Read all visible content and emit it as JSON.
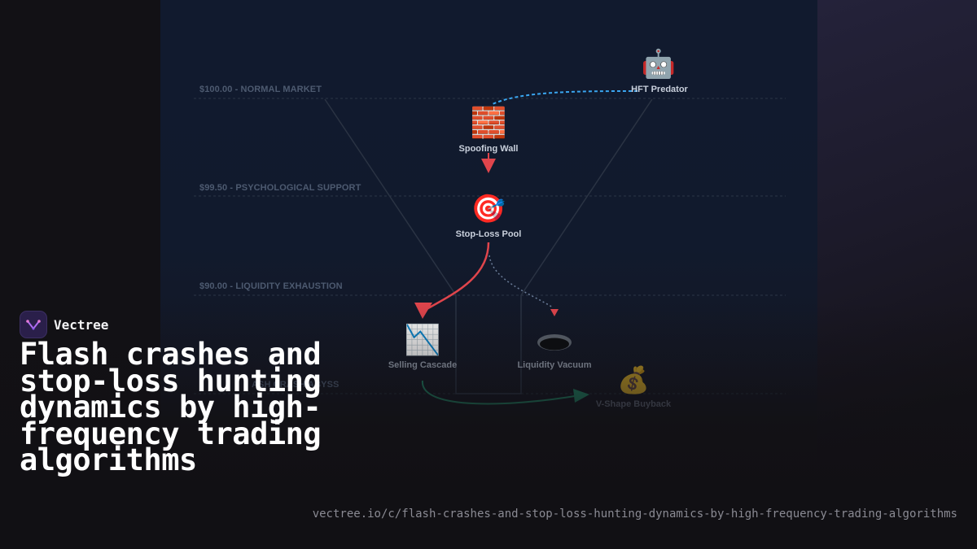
{
  "diagram": {
    "levels": [
      {
        "label": "$100.00 - NORMAL MARKET"
      },
      {
        "label": "$99.50 - PSYCHOLOGICAL SUPPORT"
      },
      {
        "label": "$90.00 - LIQUIDITY EXHAUSTION"
      },
      {
        "label": "ASH CRASH ABYSS"
      }
    ],
    "nodes": {
      "hft_predator": {
        "icon": "robot-icon",
        "glyph": "🤖",
        "label": "HFT Predator"
      },
      "spoofing_wall": {
        "icon": "brick-wall-icon",
        "glyph": "🧱",
        "label": "Spoofing Wall"
      },
      "stop_loss_pool": {
        "icon": "target-icon",
        "glyph": "🎯",
        "label": "Stop-Loss Pool"
      },
      "selling_cascade": {
        "icon": "chart-decreasing-icon",
        "glyph": "📉",
        "label": "Selling Cascade"
      },
      "liquidity_vacuum": {
        "icon": "hole-icon",
        "label": "Liquidity Vacuum"
      },
      "v_shape_buyback": {
        "icon": "money-bag-icon",
        "glyph": "💰",
        "label": "V-Shape Buyback"
      }
    },
    "colors": {
      "spoof_path": "#3aa6f0",
      "crash_path": "#e0454c",
      "recovery_path": "#1f7a5e",
      "level_line": "#2b3547"
    }
  },
  "brand": {
    "name": "Vectree",
    "logo_icon": "vectree-logo-icon"
  },
  "headline": "Flash crashes and stop-loss hunting dynamics by high-frequency trading algorithms",
  "url": "vectree.io/c/flash-crashes-and-stop-loss-hunting-dynamics-by-high-frequency-trading-algorithms"
}
